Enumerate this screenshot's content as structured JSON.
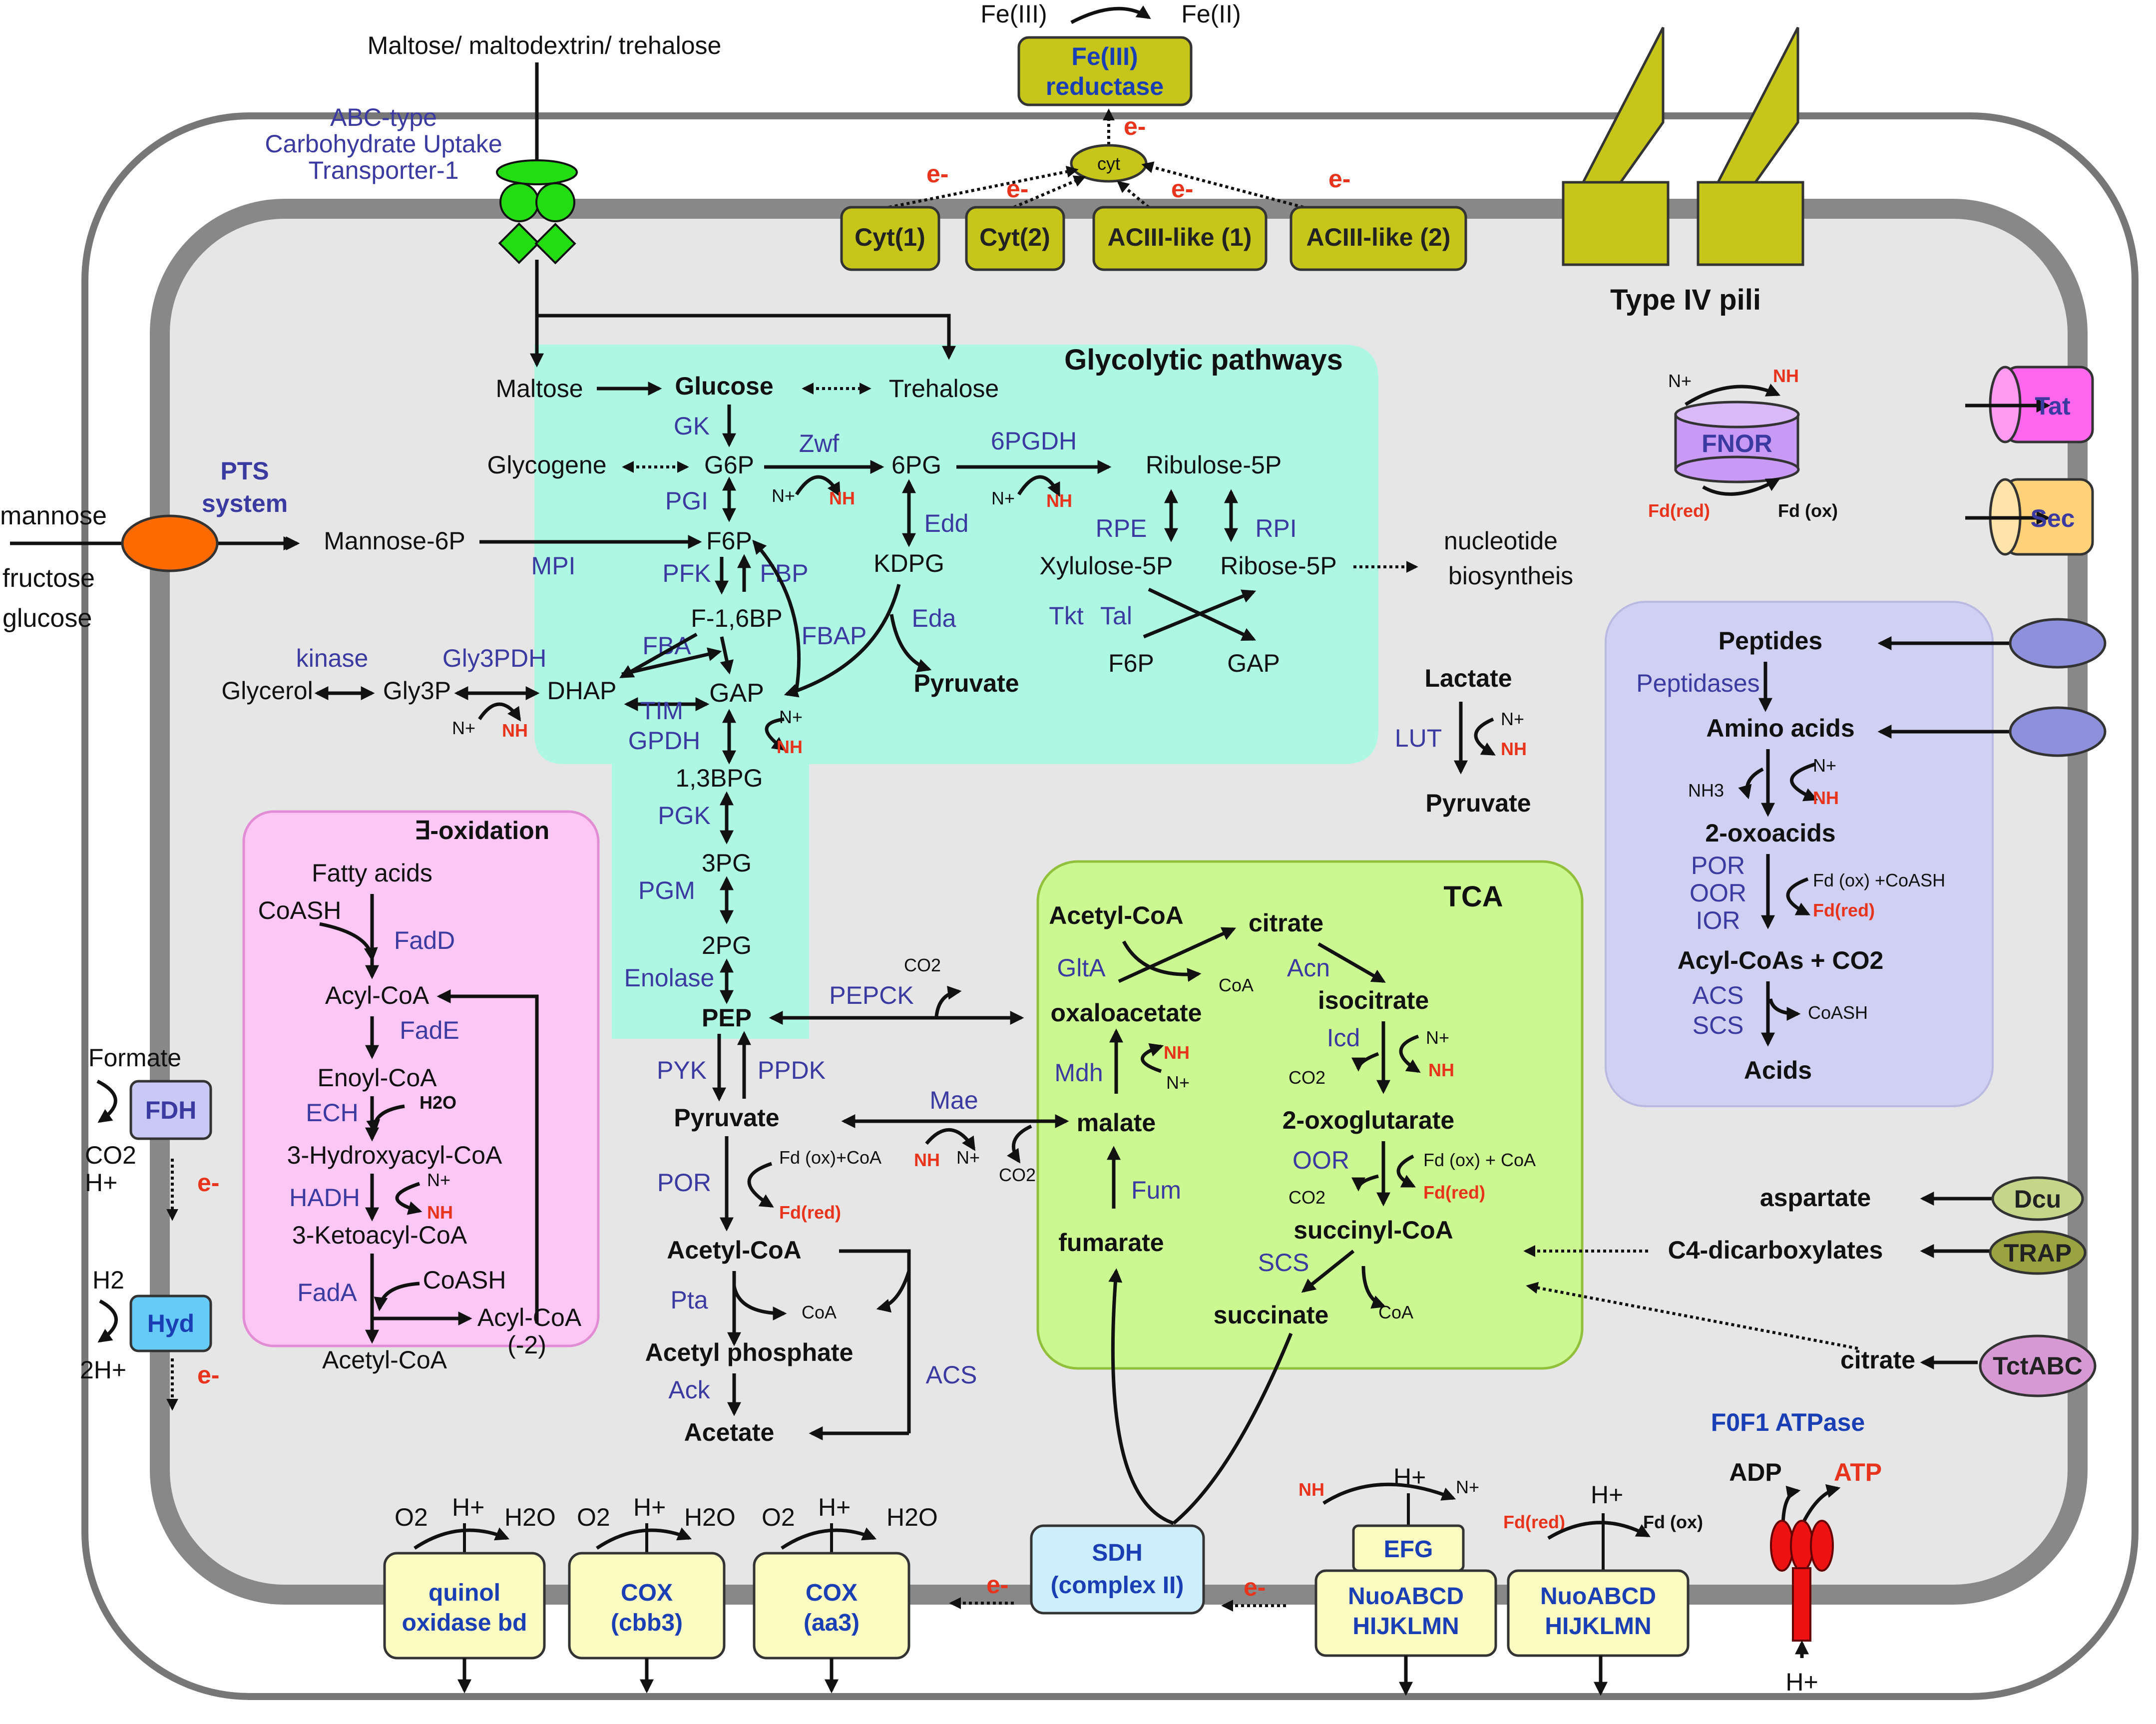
{
  "external": {
    "sugars": "Maltose/ maltodextrin/ trehalose",
    "abc": [
      "ABC-type",
      "Carbohydrate Uptake",
      "Transporter-1"
    ],
    "mannose": "mannose",
    "fructose": "fructose",
    "glucose": "glucose",
    "pts": [
      "PTS",
      "system"
    ],
    "fe3": "Fe(III)",
    "fe2": "Fe(II)"
  },
  "membrane": {
    "fe_reductase": [
      "Fe(III)",
      "reductase"
    ],
    "cyt": "cyt",
    "cyt1": "Cyt(1)",
    "cyt2": "Cyt(2)",
    "aciii1": "ACIII-like (1)",
    "aciii2": "ACIII-like (2)",
    "pili": "Type IV pili",
    "tat": "Tat",
    "sec": "Sec",
    "fnor": "FNOR",
    "dcu": "Dcu",
    "trap": "TRAP",
    "tctabc": "TctABC",
    "fdh": "FDH",
    "hyd": "Hyd",
    "sdh": [
      "SDH",
      "(complex II)"
    ],
    "efg": "EFG",
    "nuo": [
      "NuoABCD",
      "HIJKLMN"
    ],
    "atpase": "F0F1 ATPase",
    "quinol": [
      "quinol",
      "oxidase bd"
    ],
    "cox1": [
      "COX",
      "(cbb3)"
    ],
    "cox2": [
      "COX",
      "(aa3)"
    ]
  },
  "common": {
    "e": "e-",
    "nplus": "N+",
    "nh": "NH",
    "hplus": "H+",
    "o2": "O2",
    "h2o": "H2O",
    "fdred": "Fd(red)",
    "fdox": "Fd (ox)",
    "coa": "CoA",
    "co2": "CO2",
    "adp": "ADP",
    "atp": "ATP",
    "h2": "H2",
    "twohplus": "2H+",
    "formate": "Formate"
  },
  "glycolysis": {
    "title": "Glycolytic pathways",
    "maltose": "Maltose",
    "glucose": "Glucose",
    "trehalose": "Trehalose",
    "gk": "GK",
    "glycogene": "Glycogene",
    "g6p": "G6P",
    "zwf": "Zwf",
    "six_pg": "6PG",
    "six_pgdh": "6PGDH",
    "ribulose": "Ribulose-5P",
    "pgi": "PGI",
    "mannose6p": "Mannose-6P",
    "mpi": "MPI",
    "f6p": "F6P",
    "edd": "Edd",
    "rpe": "RPE",
    "rpi": "RPI",
    "pfk": "PFK",
    "fbp": "FBP",
    "kdpg": "KDPG",
    "xylulose": "Xylulose-5P",
    "ribose": "Ribose-5P",
    "nucleotide": [
      "nucleotide",
      "biosyntheis"
    ],
    "f16bp": "F-1,6BP",
    "fbap": "FBAP",
    "eda": "Eda",
    "tkt": "Tkt",
    "tal": "Tal",
    "kinase": "kinase",
    "gly3pdh": "Gly3PDH",
    "fba": "FBA",
    "f6p2": "F6P",
    "gap2": "GAP",
    "glycerol": "Glycerol",
    "gly3p": "Gly3P",
    "dhap": "DHAP",
    "gap": "GAP",
    "pyruvate": "Pyruvate",
    "tim": "TIM",
    "gpdh": "GPDH",
    "bpg": "1,3BPG",
    "pgk": "PGK",
    "three_pg": "3PG",
    "pgm": "PGM",
    "two_pg": "2PG",
    "enolase": "Enolase",
    "pep": "PEP",
    "pepck": "PEPCK"
  },
  "lactate": {
    "lactate": "Lactate",
    "lut": "LUT",
    "pyruvate": "Pyruvate"
  },
  "beta_ox": {
    "title": "∃-oxidation",
    "fatty": "Fatty acids",
    "coash": "CoASH",
    "fadd": "FadD",
    "acylcoa": "Acyl-CoA",
    "fade": "FadE",
    "enoyl": "Enoyl-CoA",
    "ech": "ECH",
    "h2o": "H2O",
    "hydroxy": "3-Hydroxyacyl-CoA",
    "hadh": "HADH",
    "keto": "3-Ketoacyl-CoA",
    "fada": "FadA",
    "coash2": "CoASH",
    "acyl2": [
      "Acyl-CoA",
      "(-2)"
    ],
    "acetyl": "Acetyl-CoA"
  },
  "lower": {
    "pyk": "PYK",
    "ppdk": "PPDK",
    "pyruvate": "Pyruvate",
    "mae": "Mae",
    "por": "POR",
    "fdox_coa": "Fd (ox)+CoA",
    "acetylcoa": "Acetyl-CoA",
    "pta": "Pta",
    "acetylp": "Acetyl phosphate",
    "ack": "Ack",
    "acs": "ACS",
    "acetate": "Acetate"
  },
  "tca": {
    "title": "TCA",
    "acetylcoa": "Acetyl-CoA",
    "citrate": "citrate",
    "glta": "GltA",
    "acn": "Acn",
    "oxaloacetate": "oxaloacetate",
    "isocitrate": "isocitrate",
    "icd": "Icd",
    "mdh": "Mdh",
    "malate": "malate",
    "oxoglutarate": "2-oxoglutarate",
    "oor": "OOR",
    "fdox_coa": "Fd (ox) + CoA",
    "fum": "Fum",
    "fumarate": "fumarate",
    "succinylcoa": "succinyl-CoA",
    "scs": "SCS",
    "succinate": "succinate"
  },
  "peptides": {
    "peptides": "Peptides",
    "peptidases": "Peptidases",
    "amino": "Amino acids",
    "nh3": "NH3",
    "oxoacids": "2-oxoacids",
    "por": "POR",
    "oor": "OOR",
    "ior": "IOR",
    "fdox_coash": "Fd (ox) +CoASH",
    "acylcoas": "Acyl-CoAs + CO2",
    "acs": "ACS",
    "scs": "SCS",
    "coash": "CoASH",
    "acids": "Acids"
  },
  "right": {
    "aspartate": "aspartate",
    "c4": "C4-dicarboxylates",
    "citrate": "citrate"
  }
}
